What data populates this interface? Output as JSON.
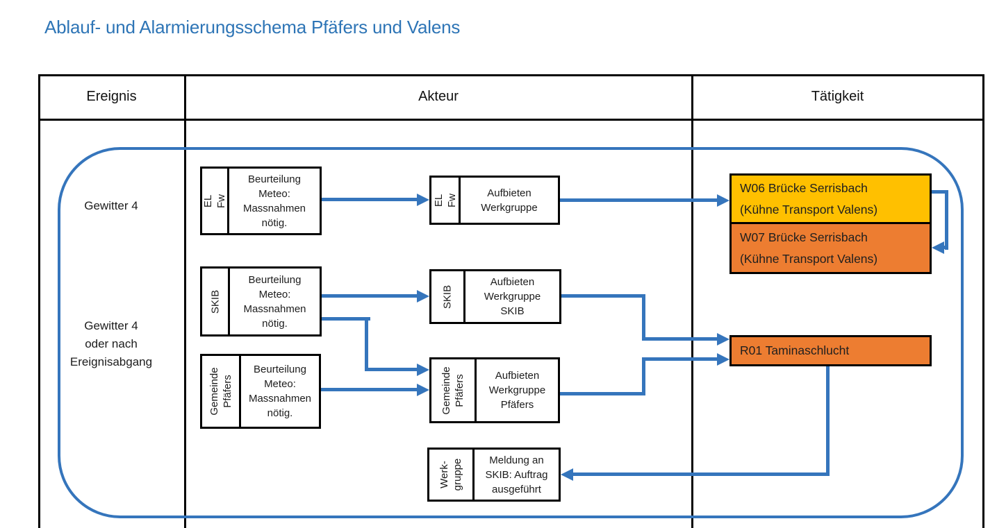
{
  "title": "Ablauf- und Alarmierungsschema Pfäfers und Valens",
  "table": {
    "col_event": "Ereignis",
    "col_actor": "Akteur",
    "col_activity": "Tätigkeit"
  },
  "events": {
    "storm": "Gewitter 4",
    "storm_or_after": "Gewitter 4\noder nach\nEreignisabgang"
  },
  "nodes": {
    "elfw_assess": {
      "label": "EL Fw",
      "text": "Beurteilung\nMeteo:\nMassnahmen\nnötig."
    },
    "elfw_call": {
      "label": "EL Fw",
      "text": "Aufbieten\nWerkgruppe"
    },
    "skib_assess": {
      "label": "SKIB",
      "text": "Beurteilung\nMeteo:\nMassnahmen\nnötig."
    },
    "skib_call": {
      "label": "SKIB",
      "text": "Aufbieten\nWerkgruppe\nSKIB"
    },
    "gemeinde_assess": {
      "label": "Gemeinde\nPfäfers",
      "text": "Beurteilung\nMeteo:\nMassnahmen\nnötig."
    },
    "gemeinde_call": {
      "label": "Gemeinde\nPfäfers",
      "text": "Aufbieten\nWerkgruppe\nPfäfers"
    },
    "werkgruppe_report": {
      "label": "Werk-\ngruppe",
      "text": "Meldung an\nSKIB: Auftrag\nausgeführt"
    }
  },
  "activities": {
    "w06": {
      "text": "W06 Brücke Serrisbach\n(Kühne Transport Valens)",
      "color": "#FFC000"
    },
    "w07": {
      "text": "W07 Brücke Serrisbach\n(Kühne Transport Valens)",
      "color": "#ED7D31"
    },
    "r01": {
      "text": "R01 Taminaschlucht",
      "color": "#ED7D31"
    }
  },
  "colors": {
    "title_blue": "#2E75B6",
    "connector_blue": "#3575BC",
    "w06_yellow": "#FFC000",
    "w07_orange": "#ED7D31",
    "r01_orange": "#ED7D31",
    "line_black": "#000000"
  }
}
